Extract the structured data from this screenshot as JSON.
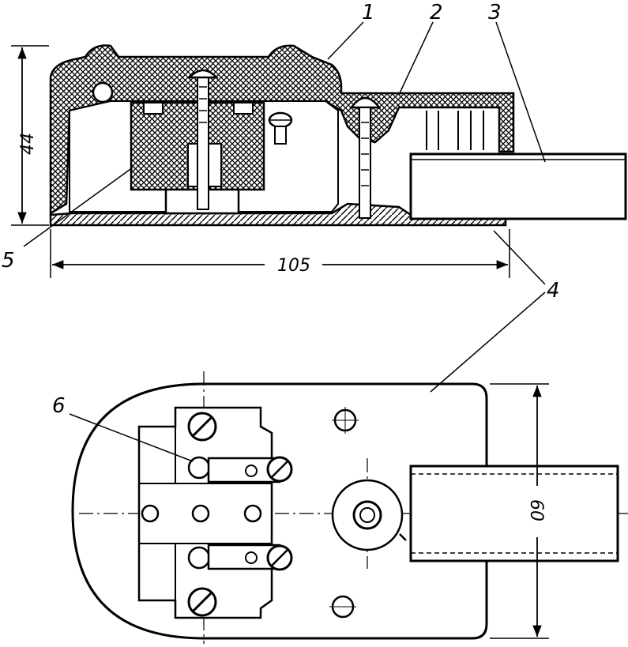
{
  "labels": {
    "cover": "1",
    "screw": "2",
    "cord": "3",
    "base": "4",
    "coil": "5",
    "contact": "6"
  },
  "dimensions": {
    "height": "44",
    "length": "105",
    "width": "60"
  }
}
